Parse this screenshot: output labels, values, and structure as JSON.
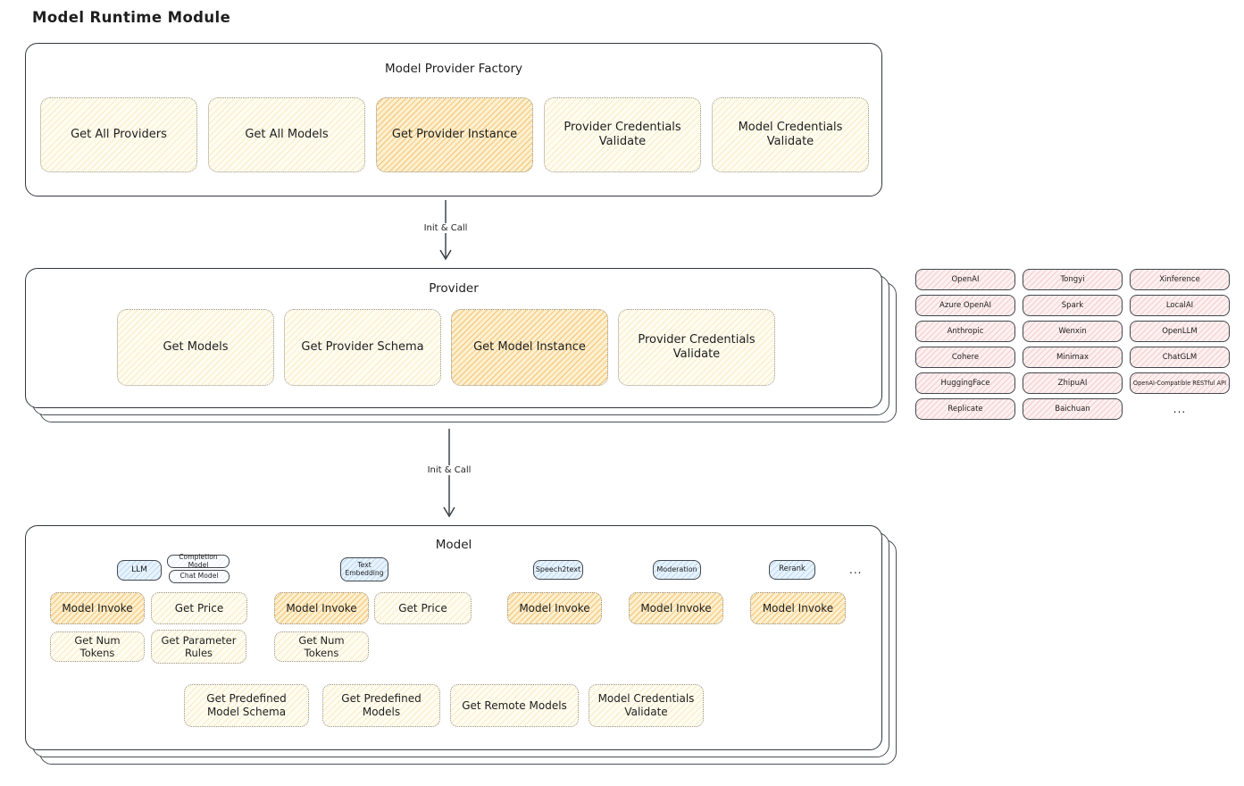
{
  "page": {
    "title": "Model Runtime Module"
  },
  "factory": {
    "title": "Model Provider Factory",
    "methods": [
      {
        "label": "Get All Providers",
        "highlighted": false
      },
      {
        "label": "Get All Models",
        "highlighted": false
      },
      {
        "label": "Get Provider Instance",
        "highlighted": true
      },
      {
        "label": "Provider Credentials Validate",
        "highlighted": false
      },
      {
        "label": "Model Credentials Validate",
        "highlighted": false
      }
    ]
  },
  "arrows": [
    {
      "label": "Init & Call"
    },
    {
      "label": "Init & Call"
    }
  ],
  "provider": {
    "title": "Provider",
    "methods": [
      {
        "label": "Get Models",
        "highlighted": false
      },
      {
        "label": "Get Provider Schema",
        "highlighted": false
      },
      {
        "label": "Get Model Instance",
        "highlighted": true
      },
      {
        "label": "Provider Credentials Validate",
        "highlighted": false
      }
    ]
  },
  "providers_grid": {
    "rows": [
      [
        "OpenAI",
        "Tongyi",
        "Xinference"
      ],
      [
        "Azure OpenAI",
        "Spark",
        "LocalAI"
      ],
      [
        "Anthropic",
        "Wenxin",
        "OpenLLM"
      ],
      [
        "Cohere",
        "Minimax",
        "ChatGLM"
      ],
      [
        "HuggingFace",
        "ZhipuAI",
        "OpenAI-Compatible RESTful API"
      ],
      [
        "Replicate",
        "Baichuan",
        "..."
      ]
    ]
  },
  "model": {
    "title": "Model",
    "groups": [
      {
        "tag": "LLM",
        "subtags": [
          "Completion Model",
          "Chat Model"
        ],
        "methods": [
          "Model Invoke",
          "Get Price",
          "Get Num Tokens",
          "Get Parameter Rules"
        ]
      },
      {
        "tag": "Text Embedding",
        "methods": [
          "Model Invoke",
          "Get Price",
          "Get Num Tokens"
        ]
      },
      {
        "tag": "Speech2text",
        "methods": [
          "Model Invoke"
        ]
      },
      {
        "tag": "Moderation",
        "methods": [
          "Model Invoke"
        ]
      },
      {
        "tag": "Rerank",
        "methods": [
          "Model Invoke"
        ]
      }
    ],
    "more": "...",
    "shared_methods": [
      "Get Predefined Model Schema",
      "Get Predefined Models",
      "Get Remote Models",
      "Model Credentials Validate"
    ]
  },
  "colors": {
    "method_fill": "#fffbe8",
    "highlight_fill": "#f6c97e",
    "provider_chip_fill": "#fbdede",
    "type_tag_fill": "#d8eafc",
    "outline": "#33383d"
  }
}
